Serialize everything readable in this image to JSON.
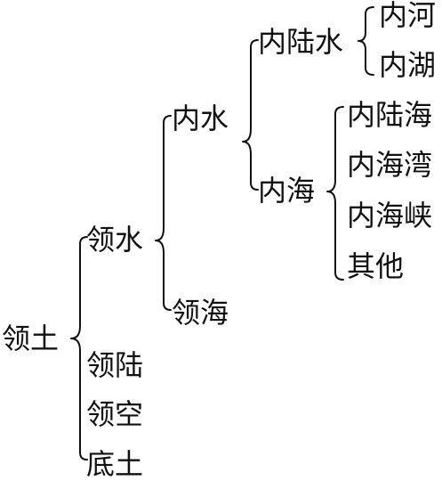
{
  "tree": {
    "root": "领土",
    "lingshui": "领水",
    "lingliu": "领陆",
    "lingkong": "领空",
    "ditu": "底土",
    "neishui": "内水",
    "linghai": "领海",
    "neiluoshui": "内陆水",
    "neihai": "内海",
    "neihe": "内河",
    "neihu": "内湖",
    "neiluohai": "内陆海",
    "neihaiwan": "内海湾",
    "neihaixia": "内海峡",
    "qita": "其他"
  }
}
